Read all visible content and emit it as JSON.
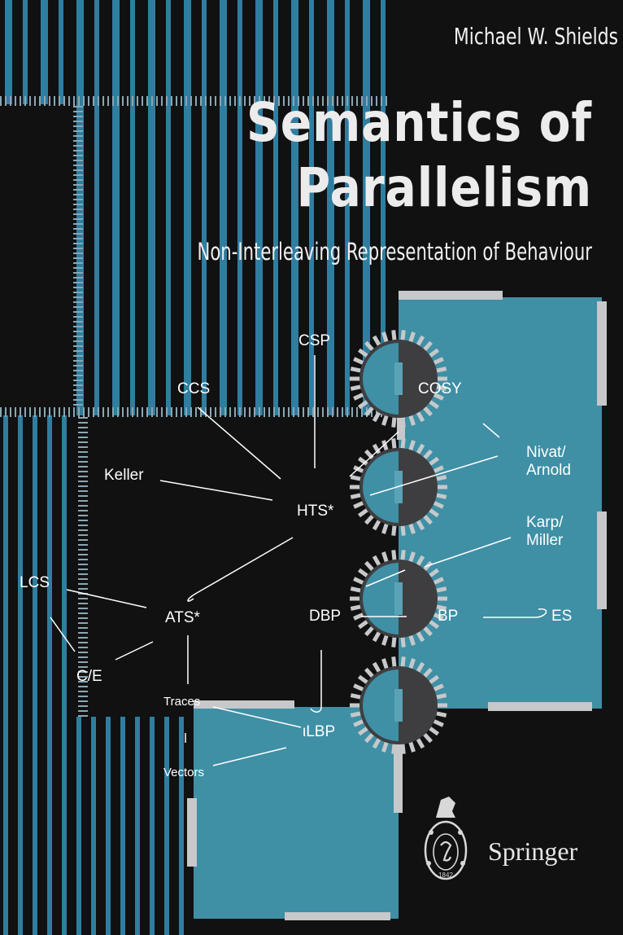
{
  "book": {
    "author": "Michael W. Shields",
    "title_line1": "Semantics of",
    "title_line2": "Parallelism",
    "subtitle": "Non-Interleaving Representation of Behaviour",
    "publisher": "Springer",
    "logo_year": "1842"
  },
  "diagram_labels": {
    "csp": "CSP",
    "ccs": "CCS",
    "cosy": "COSY",
    "keller": "Keller",
    "hts": "HTS*",
    "nivat_arnold": [
      "Nivat/",
      "Arnold"
    ],
    "karp_miller": [
      "Karp/",
      "Miller"
    ],
    "lcs": "LCS",
    "ats": "ATS*",
    "dbp": "DBP",
    "bp": "BP",
    "es": "ES",
    "ce": "C/E",
    "traces": "Traces",
    "tlbp": "ιLBP",
    "vectors": "Vectors"
  },
  "colors": {
    "background": "#111112",
    "teal": "#3f8fa5",
    "stripe_blue": "#2f7ea0",
    "light_gray": "#c6c8ca",
    "dark_gray": "#3e3e40",
    "text": "#ffffff"
  }
}
